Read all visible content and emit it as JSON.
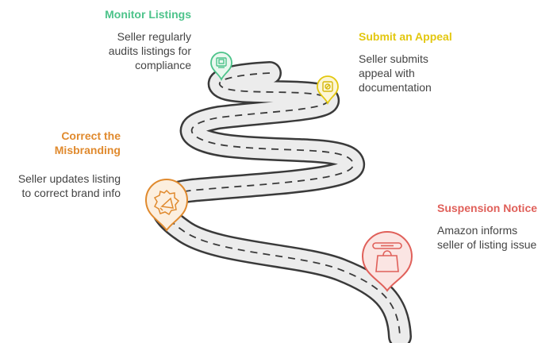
{
  "steps": [
    {
      "title": "Monitor Listings",
      "description": "Seller regularly audits listings for compliance",
      "desc_lines": [
        "Seller regularly",
        "audits listings for",
        "compliance"
      ],
      "color": "#4cc38a",
      "icon": "monitor-icon"
    },
    {
      "title": "Submit an Appeal",
      "description": "Seller submits appeal with documentation",
      "desc_lines": [
        "Seller submits",
        "appeal with",
        "documentation"
      ],
      "color": "#e3c70f",
      "icon": "document-appeal-icon"
    },
    {
      "title_lines": [
        "Correct the",
        "Misbranding"
      ],
      "title": "Correct the Misbranding",
      "description": "Seller updates listing to correct brand info",
      "desc_lines": [
        "Seller updates listing",
        "to correct brand info"
      ],
      "color": "#e08a2e",
      "icon": "megaphone-badge-icon"
    },
    {
      "title": "Suspension Notice",
      "description": "Amazon informs seller of listing issue",
      "desc_lines": [
        "Amazon informs",
        "seller of listing issue"
      ],
      "color": "#e0605a",
      "icon": "shopping-bag-icon"
    }
  ]
}
